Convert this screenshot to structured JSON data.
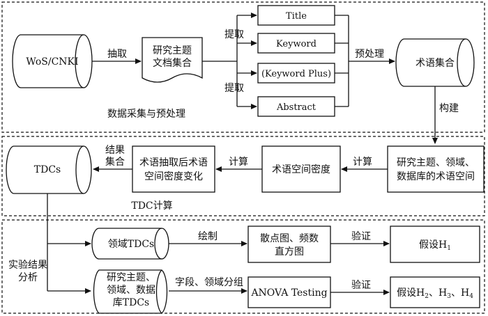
{
  "sections": {
    "s1": {
      "label": "数据采集与预处理"
    },
    "s2": {
      "label": "TDC计算"
    },
    "s3": {
      "label_line1": "实验结果",
      "label_line2": "分析"
    }
  },
  "nodes": {
    "wos": "WoS/CNKI",
    "doc_line1": "研究主题",
    "doc_line2": "文档集合",
    "title": "Title",
    "keyword": "Keyword",
    "keyword_plus": "(Keyword Plus)",
    "abstract": "Abstract",
    "terms": "术语集合",
    "space_line1": "研究主题、领域、",
    "space_line2": "数据库的术语空间",
    "density": "术语空间密度",
    "change_line1": "术语抽取后术语",
    "change_line2": "空间密度变化",
    "tdcs": "TDCs",
    "domain_tdcs": "领域TDCs",
    "topic_line1": "研究主题、",
    "topic_line2": "领域、数据",
    "topic_line3": "库TDCs",
    "scatter_line1": "散点图、频数",
    "scatter_line2": "直方图",
    "anova": "ANOVA Testing",
    "h1_main": "假设H",
    "h1_sub": "1",
    "h234_a": "假设H",
    "h234_s1": "2",
    "h234_b": "、H",
    "h234_s2": "3",
    "h234_c": "、H",
    "h234_s3": "4"
  },
  "edges": {
    "extract1": "抽取",
    "extract2": "提取",
    "extract3": "提取",
    "preprocess": "预处理",
    "build": "构建",
    "compute1": "计算",
    "compute2": "计算",
    "result_line1": "结果",
    "result_line2": "集合",
    "draw": "绘制",
    "group": "字段、领域分组",
    "verify1": "验证",
    "verify2": "验证"
  }
}
